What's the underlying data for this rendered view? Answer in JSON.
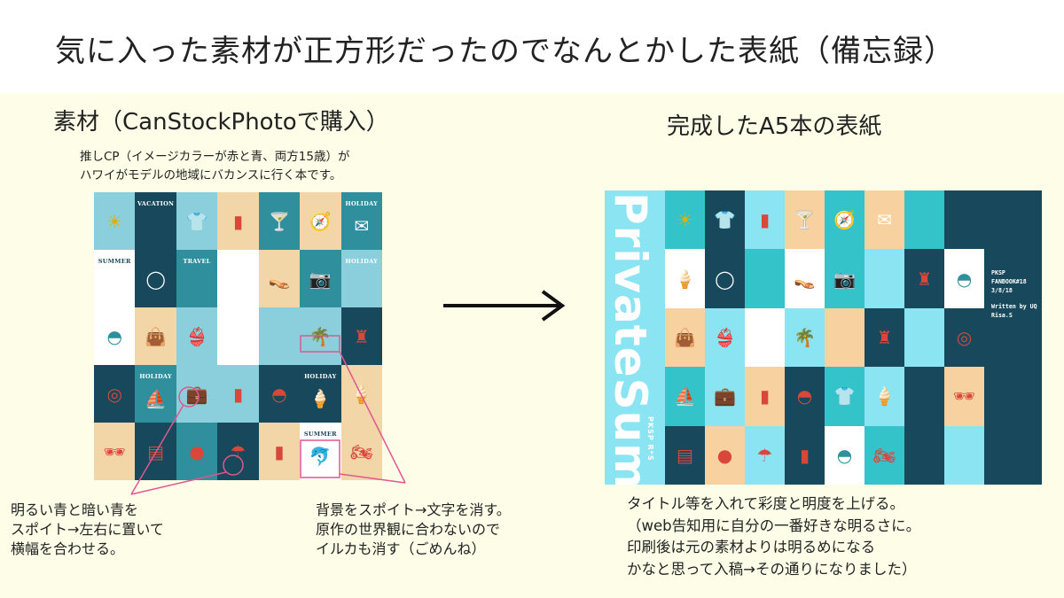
{
  "header": {
    "title": "気に入った素材が正方形だったのでなんとかした表紙（備忘録）"
  },
  "source": {
    "title": "素材（CanStockPhotoで購入）",
    "caption": [
      "推しCP（イメージカラーが赤と青、両方15歳）が",
      "ハワイがモデルの地域にバカンスに行く本です。"
    ]
  },
  "result": {
    "title": "完成したA5本の表紙",
    "cover_title": "PrivateSummer",
    "cover_subtitle": "PKSP R*S",
    "side_text": [
      "PKSP",
      "FANBOOK#18",
      "3/8/18",
      "",
      "Written by UQ",
      "Risa.S"
    ]
  },
  "notes": {
    "left": [
      "明るい青と暗い青を",
      "スポイト→左右に置いて",
      "横幅を合わせる。"
    ],
    "middle": [
      "背景をスポイト→文字を消す。",
      "原作の世界観に合わないので",
      "イルカも消す（ごめんね）"
    ],
    "right": [
      "タイトル等を入れて彩度と明度を上げる。",
      "（web告知用に自分の一番好きな明るさに。",
      "印刷後は元の素材よりは明るめになる",
      "かなと思って入稿→その通りになりました）"
    ]
  },
  "colors": {
    "navy": "#17485c",
    "teal": "#2f8f9c",
    "sky": "#8ccfdc",
    "sand": "#f2d6a8",
    "white": "#ffffff",
    "red": "#d9473b",
    "accent_pink": "#e0578e",
    "bright_teal": "#34c3c9",
    "bright_sky": "#8ae4f2",
    "bright_sand": "#f7d2a0"
  },
  "source_grid": [
    {
      "bg": "sky",
      "icon": "sun-icon",
      "glyph": "☀",
      "color": "#e0b000"
    },
    {
      "bg": "navy",
      "icon": "vacation-label-icon",
      "glyph": "",
      "color": "#ffffff",
      "label": "VACATION"
    },
    {
      "bg": "sky",
      "icon": "tank-top-icon",
      "glyph": "👕",
      "color": "#ffffff"
    },
    {
      "bg": "sand",
      "icon": "popsicle-icon",
      "glyph": "▮",
      "color": "#d9473b"
    },
    {
      "bg": "teal",
      "icon": "cocktail-icon",
      "glyph": "🍸",
      "color": "#d9473b"
    },
    {
      "bg": "sand",
      "icon": "compass-icon",
      "glyph": "🧭",
      "color": "#d9473b"
    },
    {
      "bg": "teal",
      "icon": "postcard-icon",
      "glyph": "✉",
      "color": "#ffffff",
      "label": "HOLIDAY"
    },
    {
      "bg": "white",
      "icon": "summer-label-icon",
      "glyph": "",
      "color": "#17485c",
      "label": "SUMMER",
      "dark": true
    },
    {
      "bg": "navy",
      "icon": "necklace-icon",
      "glyph": "◯",
      "color": "#ffffff"
    },
    {
      "bg": "teal",
      "icon": "travel-label-icon",
      "glyph": "",
      "color": "#ffffff",
      "label": "TRAVEL"
    },
    {
      "bg": "white",
      "icon": "blank-tile-icon",
      "glyph": "",
      "color": "#ffffff"
    },
    {
      "bg": "sand",
      "icon": "flip-flops-icon",
      "glyph": "👡",
      "color": "#d9473b"
    },
    {
      "bg": "teal",
      "icon": "camera-icon",
      "glyph": "📷",
      "color": "#ffffff"
    },
    {
      "bg": "sky",
      "icon": "holiday-label-icon",
      "glyph": "",
      "color": "#ffffff",
      "label": "HOLIDAY"
    },
    {
      "bg": "white",
      "icon": "hat-icon",
      "glyph": "◓",
      "color": "#2f8f9c"
    },
    {
      "bg": "sand",
      "icon": "beach-bag-icon",
      "glyph": "👜",
      "color": "#d9473b"
    },
    {
      "bg": "sky",
      "icon": "bikini-icon",
      "glyph": "👙",
      "color": "#17485c"
    },
    {
      "bg": "white",
      "icon": "blank-tile-icon",
      "glyph": "",
      "color": "#ffffff"
    },
    {
      "bg": "sky",
      "icon": "blank-tile-icon",
      "glyph": "",
      "color": "#ffffff"
    },
    {
      "bg": "sky",
      "icon": "palm-island-icon",
      "glyph": "🌴",
      "color": "#17485c"
    },
    {
      "bg": "navy",
      "icon": "lighthouse-icon",
      "glyph": "♜",
      "color": "#d9473b"
    },
    {
      "bg": "navy",
      "icon": "lifebuoy-icon",
      "glyph": "◎",
      "color": "#d9473b"
    },
    {
      "bg": "teal",
      "icon": "ship-icon",
      "glyph": "⛵",
      "color": "#ffffff",
      "label": "HOLIDAY"
    },
    {
      "bg": "sky",
      "icon": "suitcase-icon",
      "glyph": "💼",
      "color": "#ffffff"
    },
    {
      "bg": "sky",
      "icon": "sunscreen-icon",
      "glyph": "▮",
      "color": "#d9473b"
    },
    {
      "bg": "navy",
      "icon": "sun-hat-icon",
      "glyph": "◓",
      "color": "#d9473b"
    },
    {
      "bg": "navy",
      "icon": "ice-cream-icon",
      "glyph": "🍦",
      "color": "#f2d6a8",
      "label": "HOLIDAY"
    },
    {
      "bg": "sand",
      "icon": "ice-cream-icon",
      "glyph": "🍦",
      "color": "#d9473b"
    },
    {
      "bg": "sand",
      "icon": "sunglasses-icon",
      "glyph": "🕶",
      "color": "#d9473b"
    },
    {
      "bg": "navy",
      "icon": "swimsuit-icon",
      "glyph": "▤",
      "color": "#d9473b"
    },
    {
      "bg": "teal",
      "icon": "beach-ball-icon",
      "glyph": "●",
      "color": "#d9473b"
    },
    {
      "bg": "navy",
      "icon": "umbrella-icon",
      "glyph": "☂",
      "color": "#d9473b"
    },
    {
      "bg": "sand",
      "icon": "lotion-icon",
      "glyph": "▮",
      "color": "#d9473b"
    },
    {
      "bg": "white",
      "icon": "dolphin-icon",
      "glyph": "🐬",
      "color": "#17485c",
      "label": "SUMMER",
      "dark": true
    },
    {
      "bg": "sand",
      "icon": "motorbike-icon",
      "glyph": "🏍",
      "color": "#d9473b"
    }
  ],
  "result_grid": [
    {
      "bg": "bright_teal",
      "icon": "sun-icon",
      "glyph": "☀",
      "color": "#e0b000"
    },
    {
      "bg": "navy",
      "icon": "tank-top-icon",
      "glyph": "👕",
      "color": "#ffffff"
    },
    {
      "bg": "bright_sky",
      "icon": "popsicle-icon",
      "glyph": "▮",
      "color": "#d9473b"
    },
    {
      "bg": "bright_sand",
      "icon": "cocktail-icon",
      "glyph": "🍸",
      "color": "#d9473b"
    },
    {
      "bg": "bright_teal",
      "icon": "compass-icon",
      "glyph": "🧭",
      "color": "#d9473b"
    },
    {
      "bg": "bright_sand",
      "icon": "postcard-icon",
      "glyph": "✉",
      "color": "#ffffff"
    },
    {
      "bg": "bright_teal",
      "icon": "blank-tile-icon",
      "glyph": "",
      "color": "#ffffff"
    },
    {
      "bg": "navy",
      "icon": "blank-tile-icon",
      "glyph": "",
      "color": "#ffffff"
    },
    {
      "bg": "white",
      "icon": "ice-cream-icon",
      "glyph": "🍦",
      "color": "#d9473b"
    },
    {
      "bg": "navy",
      "icon": "necklace-icon",
      "glyph": "◯",
      "color": "#ffffff"
    },
    {
      "bg": "bright_teal",
      "icon": "blank-tile-icon",
      "glyph": "",
      "color": "#ffffff"
    },
    {
      "bg": "white",
      "icon": "flip-flops-icon",
      "glyph": "👡",
      "color": "#d9473b"
    },
    {
      "bg": "bright_teal",
      "icon": "camera-icon",
      "glyph": "📷",
      "color": "#ffffff"
    },
    {
      "bg": "bright_sky",
      "icon": "blank-tile-icon",
      "glyph": "",
      "color": "#ffffff"
    },
    {
      "bg": "navy",
      "icon": "lighthouse-icon",
      "glyph": "♜",
      "color": "#d9473b"
    },
    {
      "bg": "white",
      "icon": "hat-icon",
      "glyph": "◓",
      "color": "#2f8f9c"
    },
    {
      "bg": "bright_sand",
      "icon": "beach-bag-icon",
      "glyph": "👜",
      "color": "#d9473b"
    },
    {
      "bg": "bright_sky",
      "icon": "bikini-icon",
      "glyph": "👙",
      "color": "#17485c"
    },
    {
      "bg": "white",
      "icon": "blank-tile-icon",
      "glyph": "",
      "color": "#ffffff"
    },
    {
      "bg": "bright_sky",
      "icon": "palm-island-icon",
      "glyph": "🌴",
      "color": "#17485c"
    },
    {
      "bg": "bright_sand",
      "icon": "blank-tile-icon",
      "glyph": "",
      "color": "#ffffff"
    },
    {
      "bg": "navy",
      "icon": "lighthouse-icon",
      "glyph": "♜",
      "color": "#d9473b"
    },
    {
      "bg": "bright_sky",
      "icon": "blank-tile-icon",
      "glyph": "",
      "color": "#ffffff"
    },
    {
      "bg": "navy",
      "icon": "lifebuoy-icon",
      "glyph": "◎",
      "color": "#d9473b"
    },
    {
      "bg": "bright_teal",
      "icon": "ship-icon",
      "glyph": "⛵",
      "color": "#ffffff"
    },
    {
      "bg": "bright_sky",
      "icon": "suitcase-icon",
      "glyph": "💼",
      "color": "#ffffff"
    },
    {
      "bg": "bright_sand",
      "icon": "sunscreen-icon",
      "glyph": "▮",
      "color": "#d9473b"
    },
    {
      "bg": "navy",
      "icon": "sun-hat-icon",
      "glyph": "◓",
      "color": "#d9473b"
    },
    {
      "bg": "bright_teal",
      "icon": "tank-top-icon",
      "glyph": "👕",
      "color": "#ffffff"
    },
    {
      "bg": "bright_sky",
      "icon": "ice-cream-icon",
      "glyph": "🍦",
      "color": "#d9473b"
    },
    {
      "bg": "navy",
      "icon": "blank-tile-icon",
      "glyph": "",
      "color": "#ffffff"
    },
    {
      "bg": "bright_sand",
      "icon": "sunglasses-icon",
      "glyph": "🕶",
      "color": "#d9473b"
    },
    {
      "bg": "navy",
      "icon": "swimsuit-icon",
      "glyph": "▤",
      "color": "#d9473b"
    },
    {
      "bg": "bright_sand",
      "icon": "beach-ball-icon",
      "glyph": "●",
      "color": "#d9473b"
    },
    {
      "bg": "bright_sky",
      "icon": "umbrella-icon",
      "glyph": "☂",
      "color": "#d9473b"
    },
    {
      "bg": "navy",
      "icon": "lotion-icon",
      "glyph": "▮",
      "color": "#d9473b"
    },
    {
      "bg": "white",
      "icon": "hat-icon",
      "glyph": "◓",
      "color": "#2f8f9c"
    },
    {
      "bg": "bright_teal",
      "icon": "motorbike-icon",
      "glyph": "🏍",
      "color": "#d9473b"
    },
    {
      "bg": "navy",
      "icon": "blank-tile-icon",
      "glyph": "",
      "color": "#ffffff"
    },
    {
      "bg": "bright_sky",
      "icon": "blank-tile-icon",
      "glyph": "",
      "color": "#ffffff"
    }
  ]
}
